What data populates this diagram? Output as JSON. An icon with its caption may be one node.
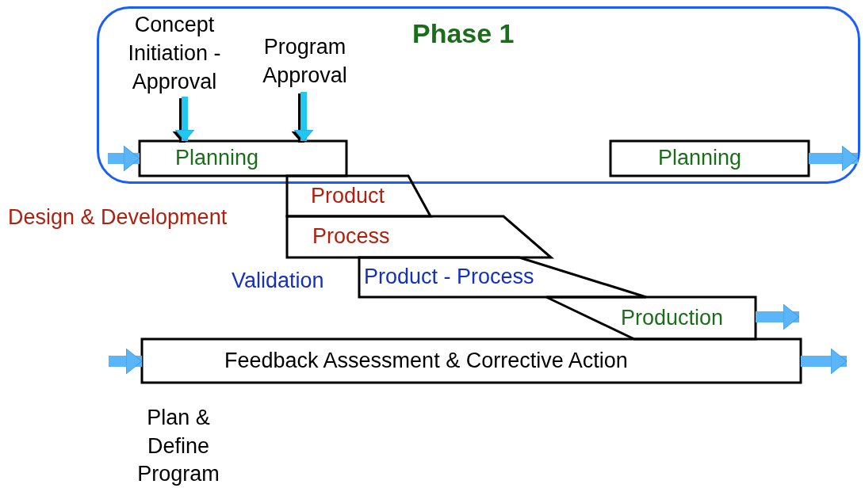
{
  "diagram": {
    "nodes": [
      {
        "text": [
          "Phase 1"
        ]
      },
      {
        "text": [
          "Concept Initiation - Approval"
        ],
        "in": 0
      },
      {
        "text": [
          "Program Approval"
        ],
        "in": 0
      },
      {
        "text": [
          "Planning"
        ],
        "in": 0
      },
      {
        "text": [
          "Planning"
        ],
        "in": 0
      },
      {
        "text": [
          "Product"
        ]
      },
      {
        "text": [
          "Process"
        ]
      },
      {
        "text": [
          "Product - Process"
        ]
      },
      {
        "text": [
          "Production"
        ]
      },
      {
        "text": [
          "Feedback Assessment & Corrective Action"
        ]
      }
    ],
    "edges": [
      {
        "from": 1,
        "to": 3,
        "arrow": "to",
        "color": "#1ec8f0"
      },
      {
        "from": 2,
        "to": 3,
        "arrow": "to",
        "color": "#1ec8f0"
      },
      {
        "from": null,
        "to": 3,
        "arrow": "to"
      },
      {
        "from": 4,
        "to": null,
        "arrow": "to"
      },
      {
        "from": 8,
        "to": null,
        "arrow": "to"
      },
      {
        "from": null,
        "to": 9,
        "arrow": "to"
      },
      {
        "from": 9,
        "to": null,
        "arrow": "to"
      }
    ],
    "labels": [
      "Design & Development",
      "Validation",
      "Plan & Define Program"
    ]
  }
}
